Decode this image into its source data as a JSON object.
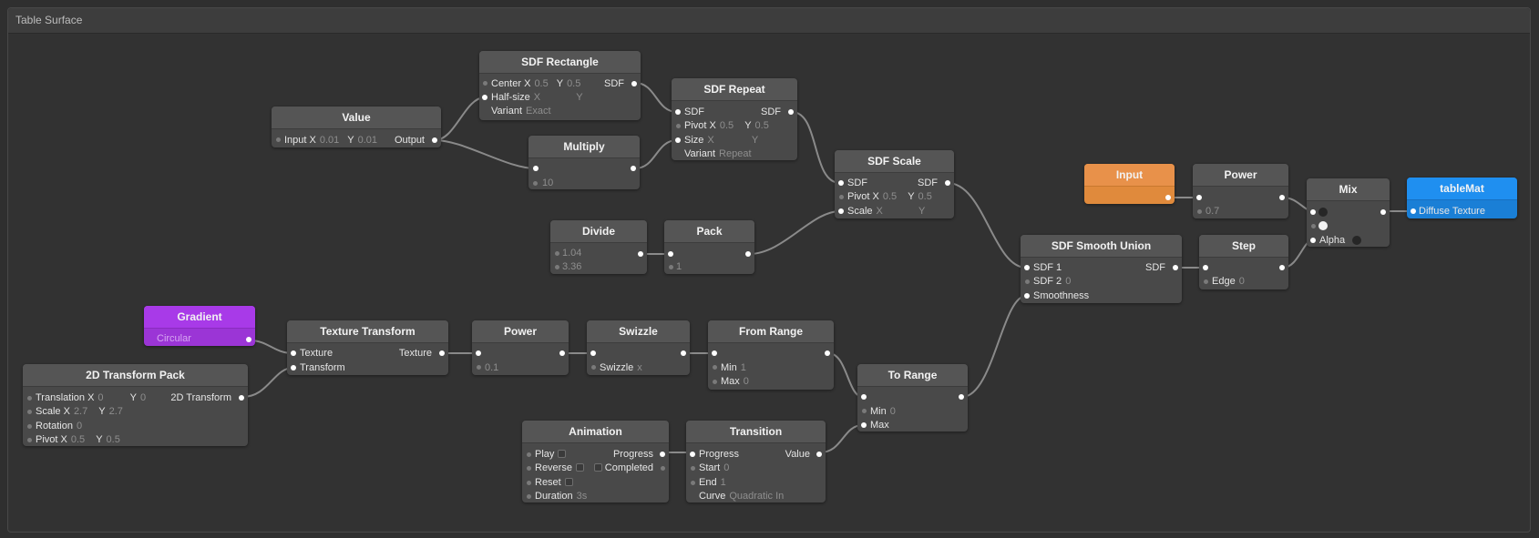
{
  "window": {
    "title": "Table Surface"
  },
  "nodes": {
    "sdf_rectangle": {
      "title": "SDF Rectangle",
      "center": "Center",
      "x": "X",
      "cx": "0.5",
      "y": "Y",
      "cy": "0.5",
      "out": "SDF",
      "half_size": "Half-size",
      "hx": "X",
      "hy": "Y",
      "variant": "Variant",
      "variant_val": "Exact"
    },
    "value": {
      "title": "Value",
      "input": "Input",
      "x": "X",
      "xv": "0.01",
      "y": "Y",
      "yv": "0.01",
      "out": "Output"
    },
    "multiply": {
      "title": "Multiply",
      "val": "10"
    },
    "sdf_repeat": {
      "title": "SDF Repeat",
      "in": "SDF",
      "out": "SDF",
      "pivot": "Pivot",
      "px": "X",
      "pxv": "0.5",
      "py": "Y",
      "pyv": "0.5",
      "size": "Size",
      "sx": "X",
      "sy": "Y",
      "variant": "Variant",
      "variant_val": "Repeat"
    },
    "sdf_scale": {
      "title": "SDF Scale",
      "in": "SDF",
      "out": "SDF",
      "pivot": "Pivot",
      "px": "X",
      "pxv": "0.5",
      "py": "Y",
      "pyv": "0.5",
      "scale": "Scale",
      "sx": "X",
      "sy": "Y"
    },
    "divide": {
      "title": "Divide",
      "a": "1.04",
      "b": "3.36"
    },
    "pack": {
      "title": "Pack",
      "val": "1"
    },
    "input": {
      "title": "Input"
    },
    "power_top": {
      "title": "Power",
      "val": "0.7"
    },
    "mix": {
      "title": "Mix",
      "alpha": "Alpha"
    },
    "table_mat": {
      "title": "tableMat",
      "in": "Diffuse Texture"
    },
    "sdf_smooth_union": {
      "title": "SDF Smooth Union",
      "sdf1": "SDF 1",
      "out": "SDF",
      "sdf2": "SDF 2",
      "sdf2v": "0",
      "smooth": "Smoothness"
    },
    "step": {
      "title": "Step",
      "edge": "Edge",
      "edgev": "0"
    },
    "gradient": {
      "title": "Gradient",
      "val": "Circular"
    },
    "texture_transform": {
      "title": "Texture Transform",
      "texture": "Texture",
      "out": "Texture",
      "transform": "Transform"
    },
    "power_mid": {
      "title": "Power",
      "val": "0.1"
    },
    "swizzle": {
      "title": "Swizzle",
      "label": "Swizzle",
      "val": "x"
    },
    "from_range": {
      "title": "From Range",
      "min": "Min",
      "minv": "1",
      "max": "Max",
      "maxv": "0"
    },
    "to_range": {
      "title": "To Range",
      "min": "Min",
      "minv": "0",
      "max": "Max"
    },
    "transform_pack": {
      "title": "2D Transform Pack",
      "translation": "Translation",
      "tx": "X",
      "txv": "0",
      "ty": "Y",
      "tyv": "0",
      "out": "2D Transform",
      "scale": "Scale",
      "sx": "X",
      "sxv": "2.7",
      "sy": "Y",
      "syv": "2.7",
      "rotation": "Rotation",
      "rotv": "0",
      "pivot": "Pivot",
      "px": "X",
      "pxv": "0.5",
      "py": "Y",
      "pyv": "0.5"
    },
    "animation": {
      "title": "Animation",
      "play": "Play",
      "progress": "Progress",
      "reverse": "Reverse",
      "completed": "Completed",
      "reset": "Reset",
      "duration": "Duration",
      "durv": "3s"
    },
    "transition": {
      "title": "Transition",
      "progress": "Progress",
      "value": "Value",
      "start": "Start",
      "startv": "0",
      "end": "End",
      "endv": "1",
      "curve": "Curve",
      "curvev": "Quadratic In"
    }
  },
  "colors": {
    "background": "#2f2f2f",
    "node": "#494949",
    "wire": "#8a8a8a",
    "input_node": "#e08a3c",
    "gradient_node": "#9b35d6",
    "material_node": "#1a7fd6"
  }
}
